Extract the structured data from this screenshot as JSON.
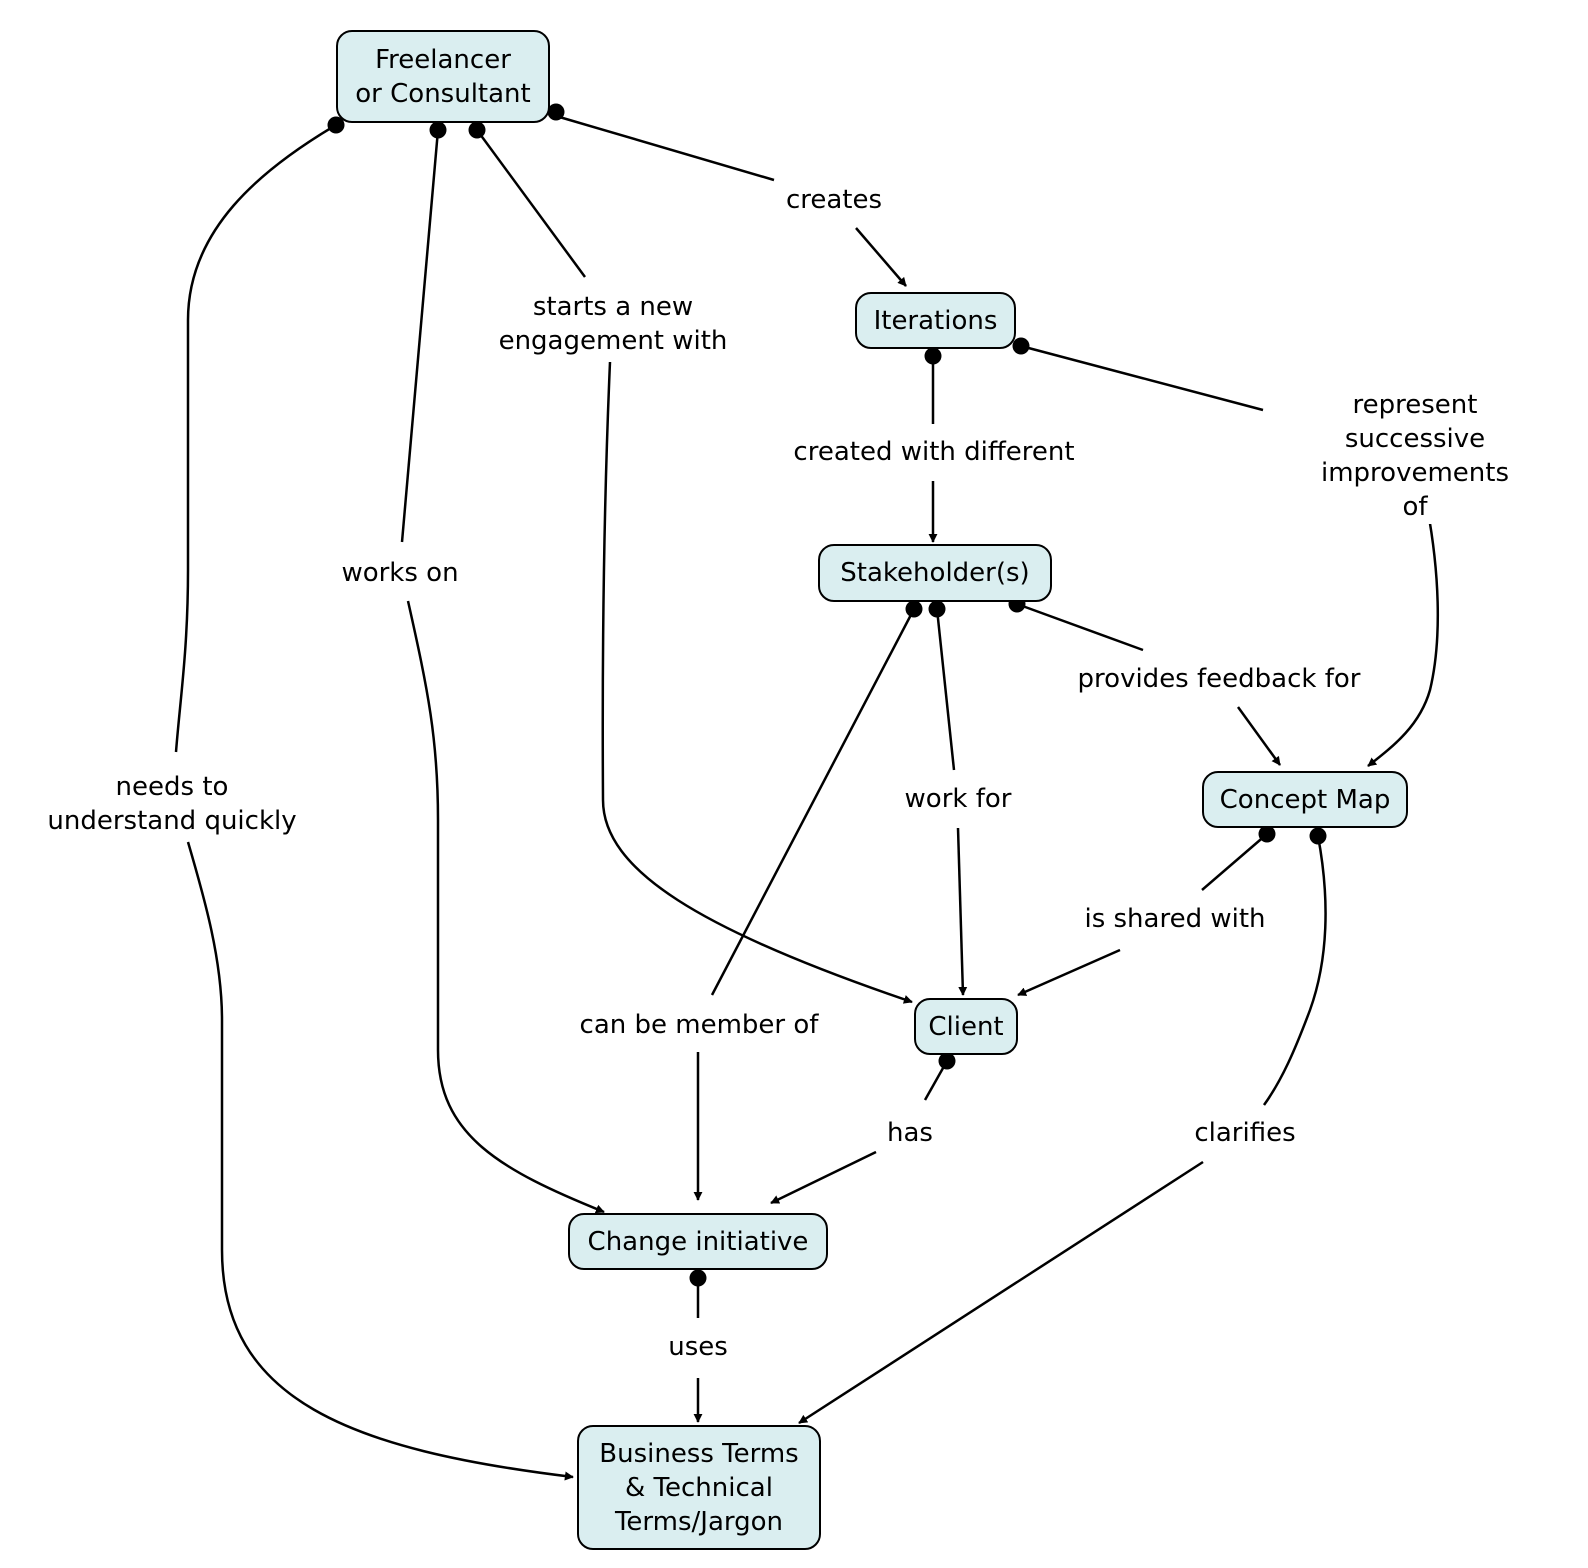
{
  "concepts": {
    "freelancer": "Freelancer\nor Consultant",
    "iterations": "Iterations",
    "stakeholders": "Stakeholder(s)",
    "concept_map": "Concept Map",
    "client": "Client",
    "change_initiative": "Change initiative",
    "business_terms": "Business Terms\n& Technical\nTerms/Jargon"
  },
  "links": {
    "creates": "creates",
    "starts_new_engagement": "starts a new\nengagement with",
    "works_on": "works on",
    "needs_to_understand": "needs to\nunderstand quickly",
    "created_with_different": "created with different",
    "represent_successive": "represent successive\nimprovements of",
    "provides_feedback": "provides feedback for",
    "work_for": "work for",
    "can_be_member": "can be member of",
    "is_shared_with": "is shared with",
    "has": "has",
    "clarifies": "clarifies",
    "uses": "uses"
  },
  "colors": {
    "node_fill": "#daeef0",
    "stroke": "#000000",
    "background": "#ffffff"
  }
}
